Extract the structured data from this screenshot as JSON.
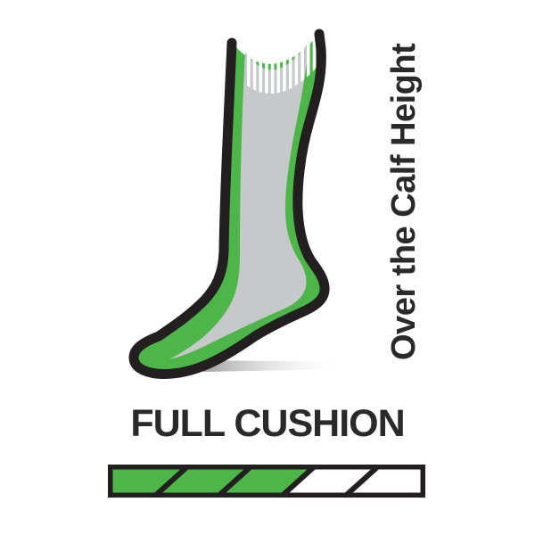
{
  "labels": {
    "height": "Over the Calf Height",
    "cushion": "FULL CUSHION"
  },
  "cushion_bar": {
    "segments": 5,
    "filled": 3,
    "filled_color": "#4cb748",
    "empty_color": "#ffffff",
    "outline_color": "#231f20"
  },
  "sock": {
    "accent_color": "#4cb748",
    "interior_color": "#c7c8ca",
    "outline_color": "#231f20",
    "ribbing_color": "#ffffff",
    "ribbing_stripes": 12,
    "shadow_color": "#8f8f8f"
  },
  "text_color": "#2b2a2b",
  "background": "#ffffff"
}
